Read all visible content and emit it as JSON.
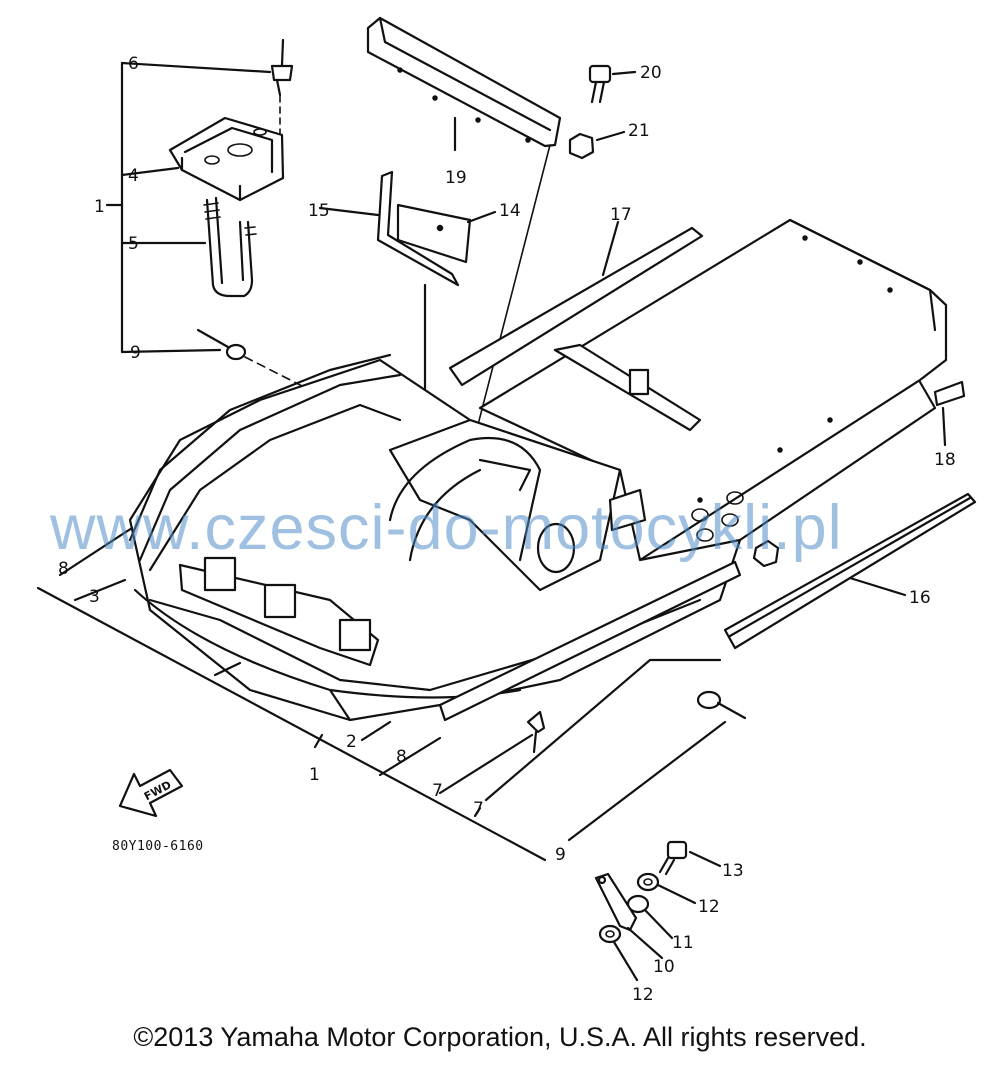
{
  "diagram": {
    "drawing_code": "80Y100-6160",
    "fwd_label": "FWD",
    "callouts": [
      {
        "id": "c1a",
        "text": "1"
      },
      {
        "id": "c6a",
        "text": "6"
      },
      {
        "id": "c4",
        "text": "4"
      },
      {
        "id": "c5",
        "text": "5"
      },
      {
        "id": "c9a",
        "text": "9"
      },
      {
        "id": "c19",
        "text": "19"
      },
      {
        "id": "c20",
        "text": "20"
      },
      {
        "id": "c21",
        "text": "21"
      },
      {
        "id": "c15",
        "text": "15"
      },
      {
        "id": "c14",
        "text": "14"
      },
      {
        "id": "c17",
        "text": "17"
      },
      {
        "id": "c18",
        "text": "18"
      },
      {
        "id": "c16",
        "text": "16"
      },
      {
        "id": "c8a",
        "text": "8"
      },
      {
        "id": "c3",
        "text": "3"
      },
      {
        "id": "c2",
        "text": "2"
      },
      {
        "id": "c1b",
        "text": "1"
      },
      {
        "id": "c8b",
        "text": "8"
      },
      {
        "id": "c7a",
        "text": "7"
      },
      {
        "id": "c7b",
        "text": "7"
      },
      {
        "id": "c9b",
        "text": "9"
      },
      {
        "id": "c13",
        "text": "13"
      },
      {
        "id": "c12a",
        "text": "12"
      },
      {
        "id": "c11",
        "text": "11"
      },
      {
        "id": "c10",
        "text": "10"
      },
      {
        "id": "c12b",
        "text": "12"
      }
    ]
  },
  "watermark": "www.czesci-do-motocykli.pl",
  "copyright": "©2013 Yamaha Motor Corporation, U.S.A. All rights reserved."
}
